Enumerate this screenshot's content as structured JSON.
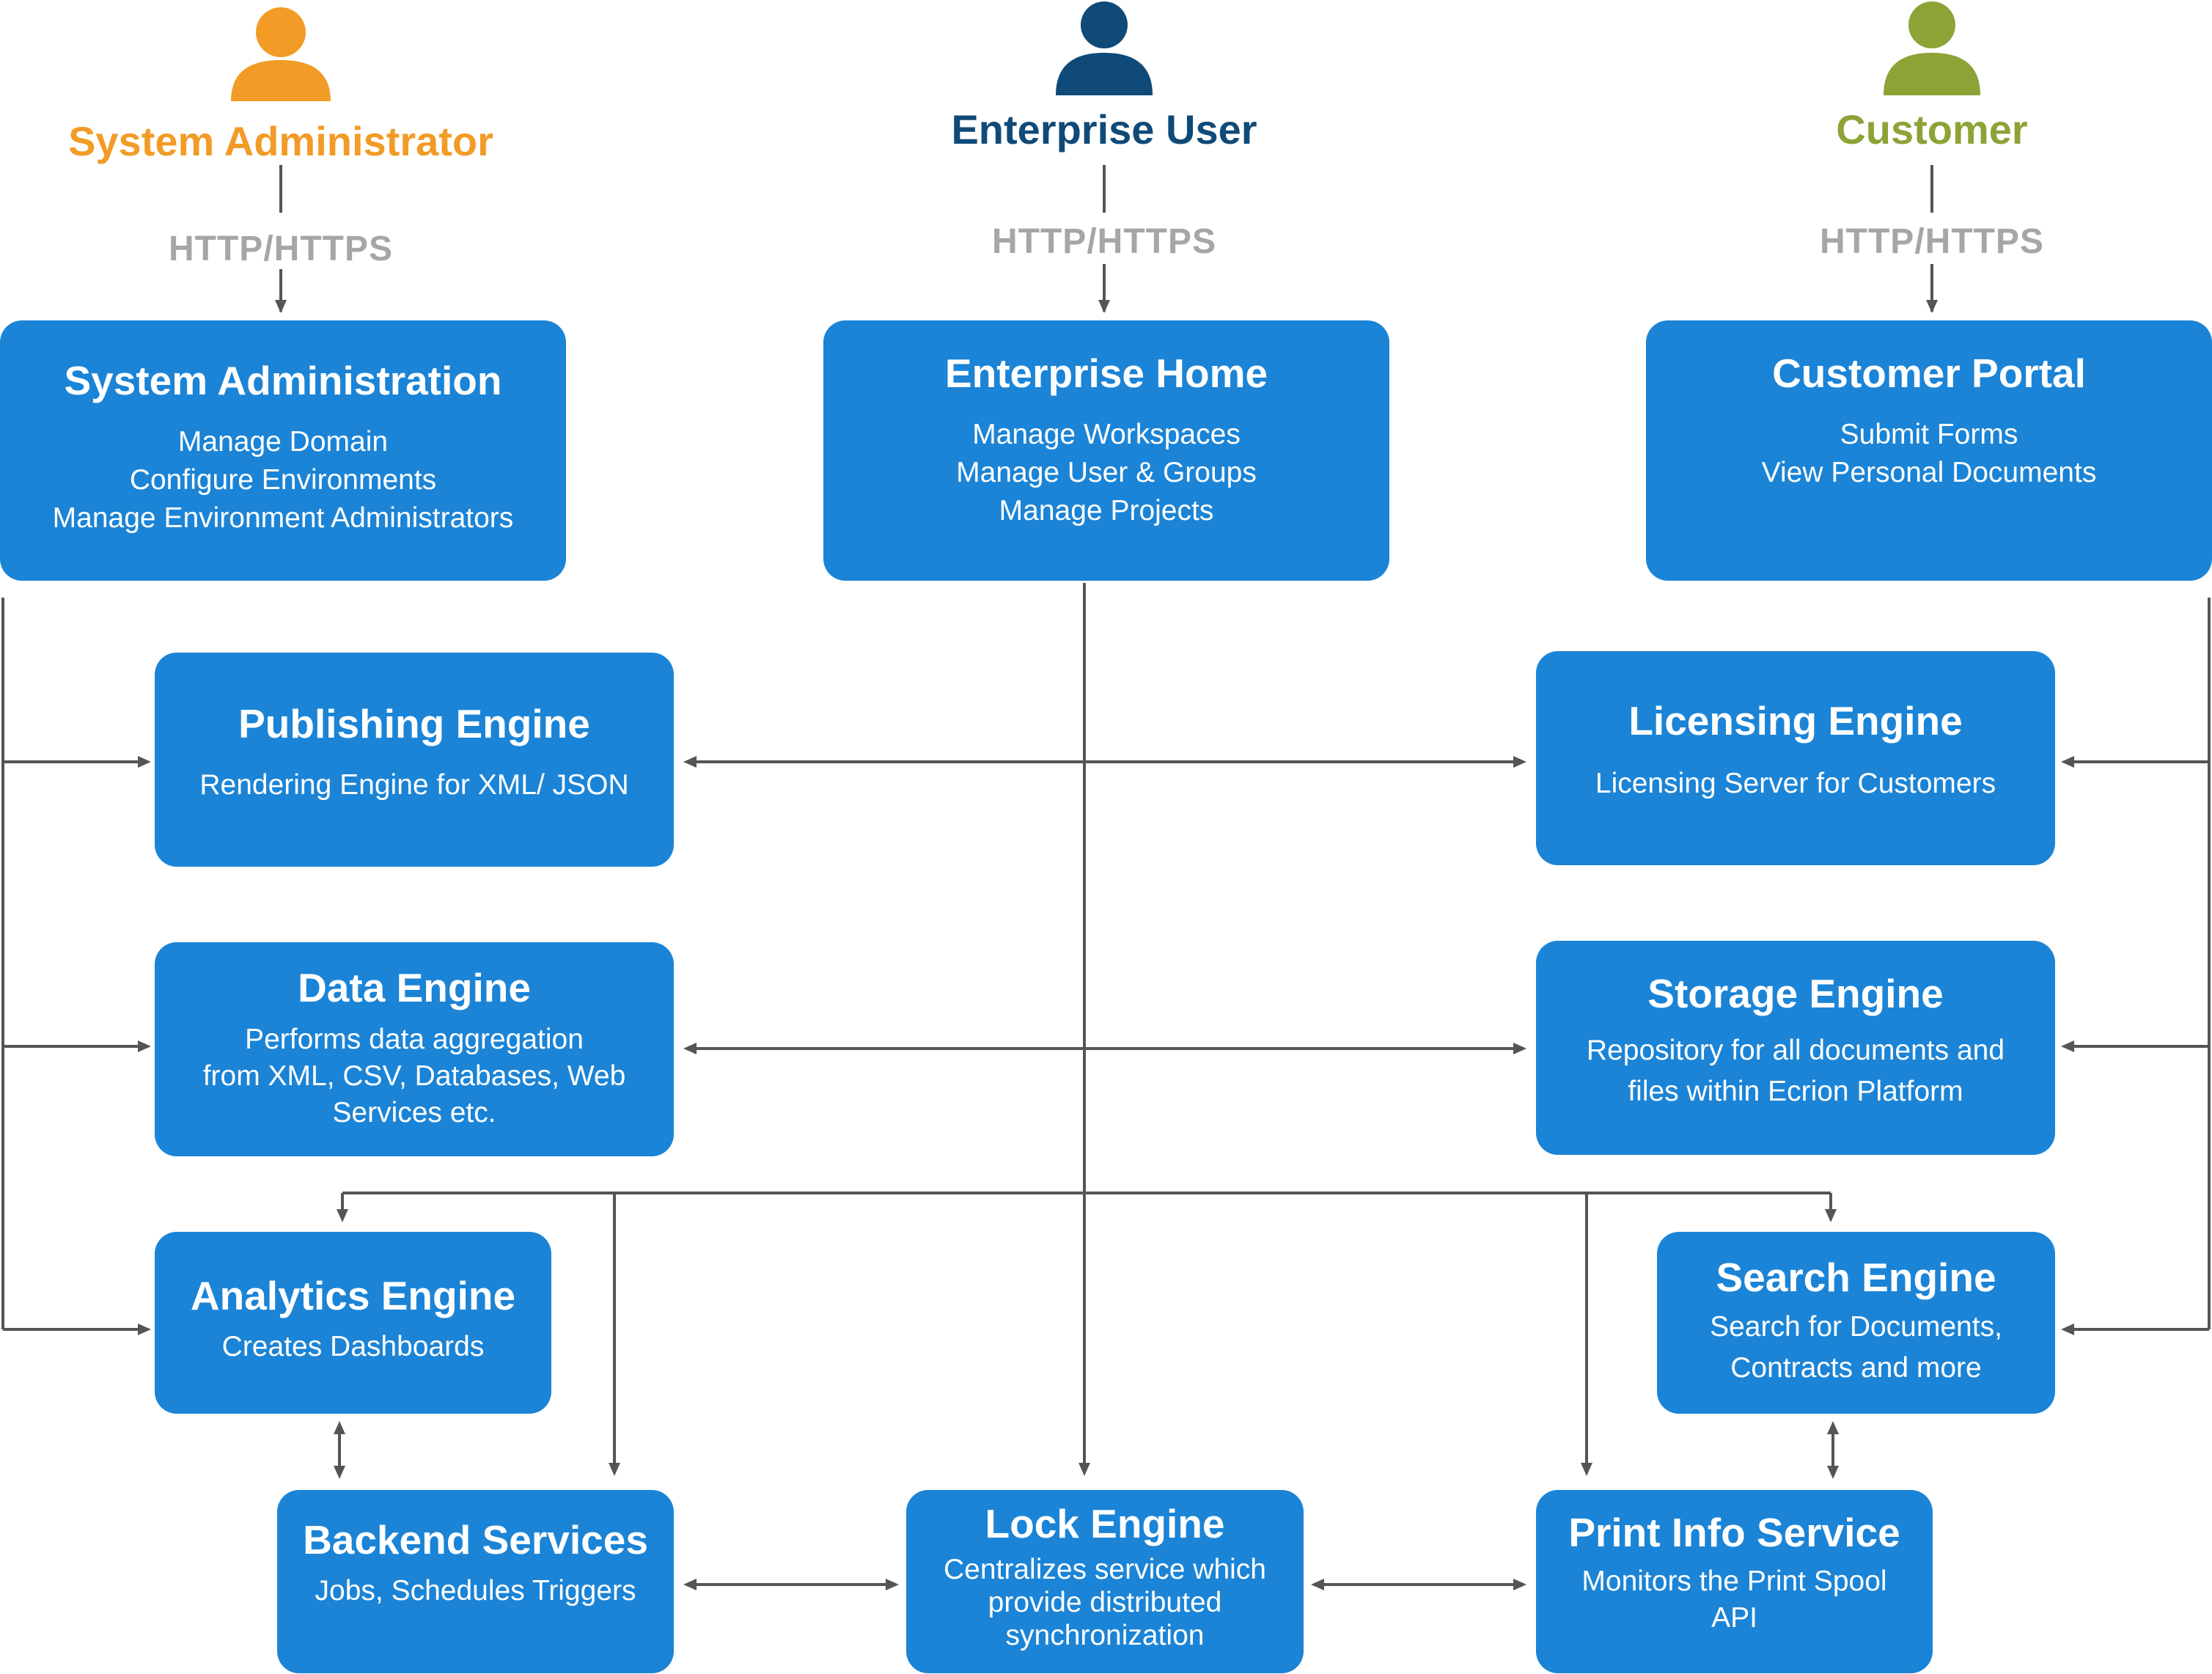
{
  "colors": {
    "box_fill": "#1b84d6",
    "wire": "#555555",
    "protocol_label": "#a6a6a6",
    "admin": "#f29b26",
    "enterprise": "#0f4a78",
    "customer": "#8ca336"
  },
  "actors": {
    "admin": {
      "name": "System Administrator",
      "icon": "user-icon",
      "protocol": "HTTP/HTTPS"
    },
    "enterprise": {
      "name": "Enterprise User",
      "icon": "user-icon",
      "protocol": "HTTP/HTTPS"
    },
    "customer": {
      "name": "Customer",
      "icon": "user-icon",
      "protocol": "HTTP/HTTPS"
    }
  },
  "boxes": {
    "system_administration": {
      "title": "System Administration",
      "lines": [
        "Manage Domain",
        "Configure Environments",
        "Manage Environment Administrators"
      ]
    },
    "enterprise_home": {
      "title": "Enterprise Home",
      "lines": [
        "Manage Workspaces",
        "Manage User & Groups",
        "Manage Projects"
      ]
    },
    "customer_portal": {
      "title": "Customer Portal",
      "lines": [
        "Submit Forms",
        "View Personal Documents"
      ]
    },
    "publishing_engine": {
      "title": "Publishing Engine",
      "lines": [
        "Rendering Engine for XML/ JSON"
      ]
    },
    "licensing_engine": {
      "title": "Licensing Engine",
      "lines": [
        "Licensing Server for Customers"
      ]
    },
    "data_engine": {
      "title": "Data Engine",
      "lines": [
        "Performs data aggregation",
        "from XML, CSV, Databases, Web",
        "Services etc."
      ]
    },
    "storage_engine": {
      "title": "Storage Engine",
      "lines": [
        "Repository for all documents and",
        "files within Ecrion Platform"
      ]
    },
    "analytics_engine": {
      "title": "Analytics Engine",
      "lines": [
        "Creates Dashboards"
      ]
    },
    "search_engine": {
      "title": "Search Engine",
      "lines": [
        "Search for Documents,",
        "Contracts and more"
      ]
    },
    "backend_services": {
      "title": "Backend Services",
      "lines": [
        "Jobs, Schedules Triggers"
      ]
    },
    "lock_engine": {
      "title": "Lock Engine",
      "lines": [
        "Centralizes service which",
        "provide distributed",
        "synchronization"
      ]
    },
    "print_info_service": {
      "title": "Print Info Service",
      "lines": [
        "Monitors the Print Spool",
        "API"
      ]
    }
  }
}
